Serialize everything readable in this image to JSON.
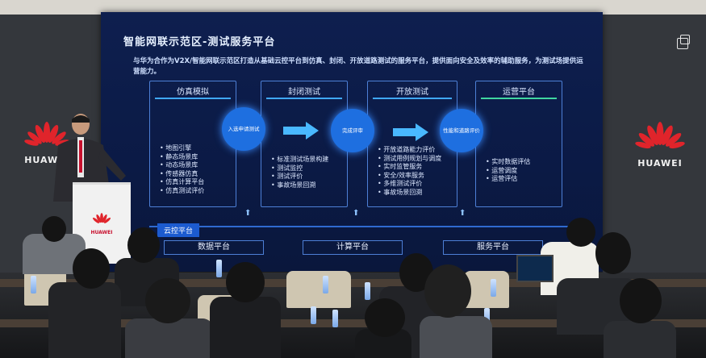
{
  "slide": {
    "title": "智能网联示范区-测试服务平台",
    "subtitle": "与华为合作为V2X/智能网联示范区打造从基础云控平台到仿真、封闭、开放道路测试的服务平台，提供面向安全及效率的辅助服务，为测试场提供运营能力。",
    "columns": [
      {
        "head": "仿真模拟",
        "items": [
          "地图引擎",
          "静态场景库",
          "动态场景库",
          "传感器仿真",
          "仿真计算平台",
          "仿真测试评价"
        ]
      },
      {
        "head": "封闭测试",
        "items": [
          "标准测试场景构建",
          "测试监控",
          "测试评价",
          "事故场景回溯"
        ]
      },
      {
        "head": "开放测试",
        "items": [
          "开放道路能力评价",
          "测试用例规划与调度",
          "实时监管服务",
          "安全/效率服务",
          "多维测试评价",
          "事故场景回溯"
        ]
      },
      {
        "head": "运营平台",
        "items": [
          "实时数据评估",
          "运营调度",
          "运营评估"
        ]
      }
    ],
    "circles": [
      "入选申请测试",
      "完成评审",
      "性能和道路评价"
    ],
    "platform_label": "云控平台",
    "platforms": [
      "数据平台",
      "计算平台",
      "服务平台"
    ]
  },
  "logo": {
    "brand": "HUAWEI",
    "color": "#e0242b"
  },
  "podium": {
    "brand": "HUAWEI"
  }
}
